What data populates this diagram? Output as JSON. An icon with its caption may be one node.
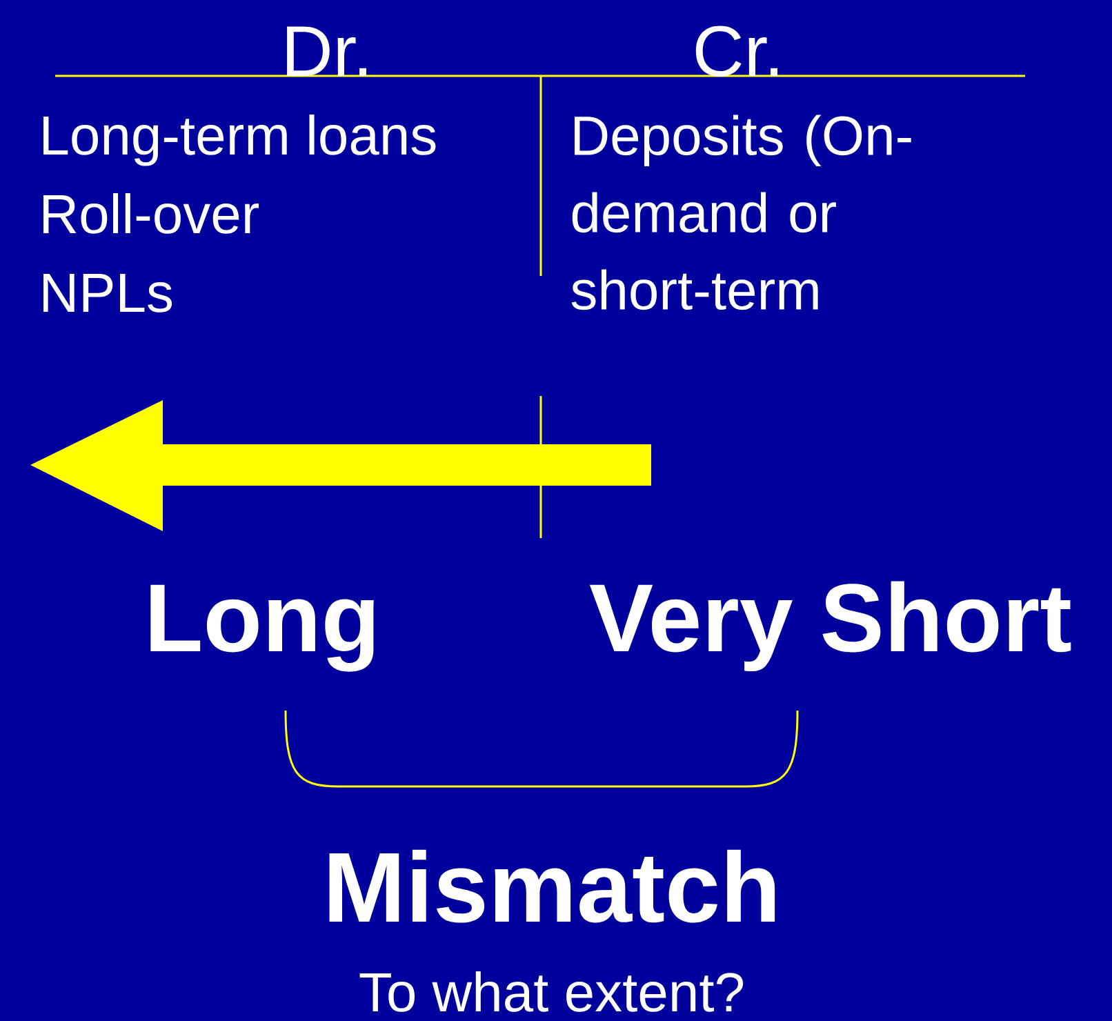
{
  "diagram": {
    "labels": [
      "Dr.",
      "Cr.",
      "Long-term loans",
      "Roll-over",
      "NPLs",
      "Deposits (On-demand or short-term",
      "Long",
      "Very Short",
      "Mismatch",
      "To what extent?"
    ]
  }
}
